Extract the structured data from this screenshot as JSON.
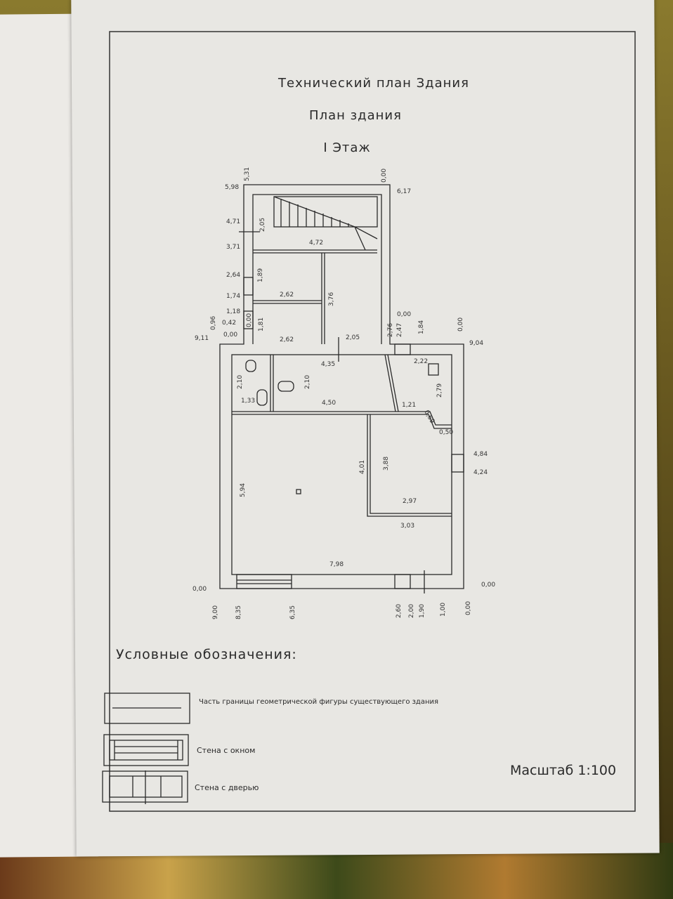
{
  "title": "Технический план Здания",
  "subtitle": "План здания",
  "floor": "I Этаж",
  "dims": [
    "5,98",
    "5,31",
    "0,00",
    "6,17",
    "4,71",
    "2,05",
    "4,72",
    "3,71",
    "2,64",
    "1,89",
    "2,62",
    "3,76",
    "1,74",
    "1,18",
    "0,42",
    "0,00",
    "0,96",
    "0,00",
    "1,81",
    "2,62",
    "2,05",
    "9,11",
    "2,76",
    "2,47",
    "0,00",
    "1,84",
    "0,00",
    "9,04",
    "4,35",
    "2,22",
    "2,10",
    "2,10",
    "2,79",
    "1,33",
    "4,50",
    "1,21",
    "0,69",
    "0,50",
    "4,01",
    "3,88",
    "4,84",
    "4,24",
    "5,94",
    "2,97",
    "3,03",
    "7,98",
    "0,00",
    "0,00",
    "9,00",
    "8,35",
    "6,35",
    "2,60",
    "2,00",
    "1,90",
    "1,00",
    "0,00"
  ],
  "legend": {
    "heading": "Условные обозначения:",
    "items": [
      {
        "label": "Часть границы геометрической фигуры существующего здания"
      },
      {
        "label": "Стена с окном"
      },
      {
        "label": "Стена с  дверью"
      }
    ]
  },
  "scale": "Масштаб 1:100"
}
